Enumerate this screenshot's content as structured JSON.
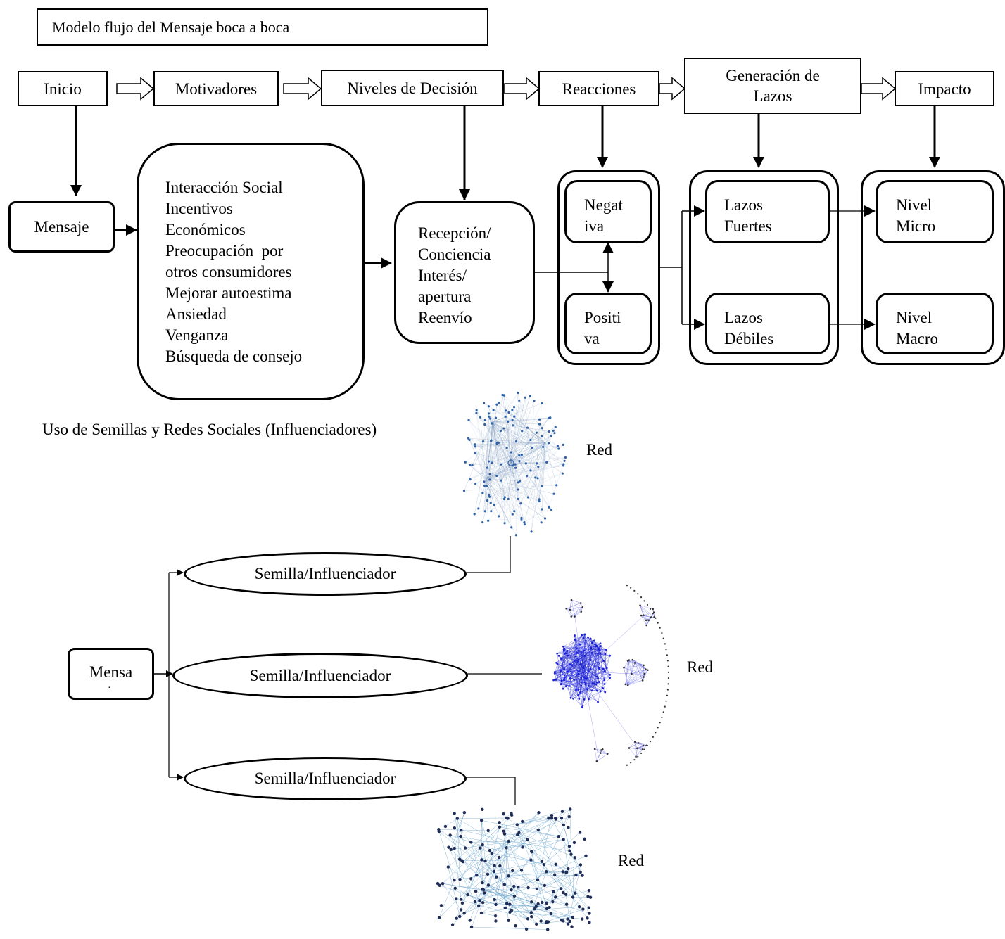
{
  "title": "Modelo flujo del Mensaje boca a boca",
  "stages": [
    "Inicio",
    "Motivadores",
    "Niveles de Decisión",
    "Reacciones",
    "Generación de Lazos",
    "Impacto"
  ],
  "mensaje": "Mensaje",
  "motivadores": [
    "Interacción Social",
    "Incentivos",
    "Económicos",
    "Preocupación  por",
    "otros consumidores",
    "Mejorar autoestima",
    "Ansiedad",
    "Venganza",
    "Búsqueda de consejo"
  ],
  "decision": [
    "Recepción/",
    "Conciencia",
    "Interés/",
    "apertura",
    "Reenvío"
  ],
  "reacciones": {
    "negativa": [
      "Negat",
      "iva"
    ],
    "positiva": [
      "Positi",
      "va"
    ]
  },
  "lazos": {
    "fuertes": [
      "Lazos",
      "Fuertes"
    ],
    "debiles": [
      "Lazos",
      "Débiles"
    ]
  },
  "impacto": {
    "micro": [
      "Nivel",
      "Micro"
    ],
    "macro": [
      "Nivel",
      "Macro"
    ]
  },
  "seeds_title": "Uso de Semillas y Redes Sociales (Influenciadores)",
  "mensa_box": "Mensa",
  "seed_label": "Semilla/Influenciador",
  "red_label": "Red",
  "colors": {
    "stroke": "#000000",
    "net_light": "#6f8fb8",
    "net_dense": "#1a1fd6",
    "net_mid": "#2f62a8"
  }
}
